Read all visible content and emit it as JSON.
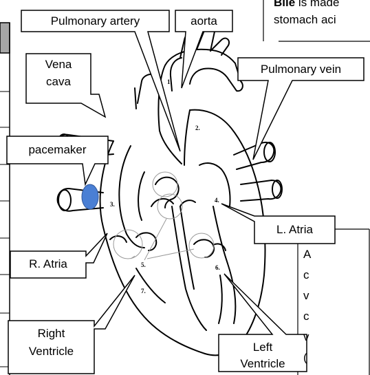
{
  "labels": {
    "pulmonary_artery": "Pulmonary artery",
    "aorta": "aorta",
    "pulmonary_vein": "Pulmonary vein",
    "vena_cava_1": "Vena",
    "vena_cava_2": "cava",
    "pacemaker": "pacemaker",
    "l_atria": "L. Atria",
    "r_atria": "R. Atria",
    "right_ventricle_1": "Right",
    "right_ventricle_2": "Ventricle",
    "left_ventricle_1": "Left",
    "left_ventricle_2": "Ventricle"
  },
  "diagram_numbers": [
    "1.",
    "2.",
    "3.",
    "4.",
    "5.",
    "6.",
    "7."
  ],
  "top_right_snippet": {
    "bold": "Bile",
    "line1_rest": " is made",
    "line2": "stomach aci"
  },
  "right_margin_letters": [
    "A",
    "c",
    "v",
    "c",
    "v",
    "("
  ],
  "colors": {
    "pacemaker_fill": "#4a7fd4",
    "line": "#000000",
    "header_bar": "#a6a6a6"
  }
}
